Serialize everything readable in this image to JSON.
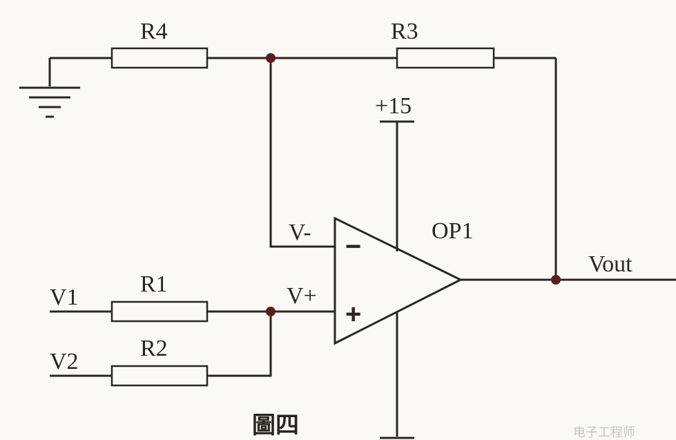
{
  "labels": {
    "r4": "R4",
    "r3": "R3",
    "r1": "R1",
    "r2": "R2",
    "supply": "+15",
    "op": "OP1",
    "v_minus": "V-",
    "v_plus": "V+",
    "v1": "V1",
    "v2": "V2",
    "vout": "Vout",
    "minus_sign": "−",
    "plus_sign": "+",
    "caption": "圖四"
  },
  "watermark": "电子工程师",
  "colors": {
    "wire": "#2a2520",
    "node": "#5a1e1e",
    "background": "#fbf9f6"
  },
  "icons": [
    "ground-icon",
    "resistor-icon",
    "opamp-icon",
    "junction-dot"
  ]
}
